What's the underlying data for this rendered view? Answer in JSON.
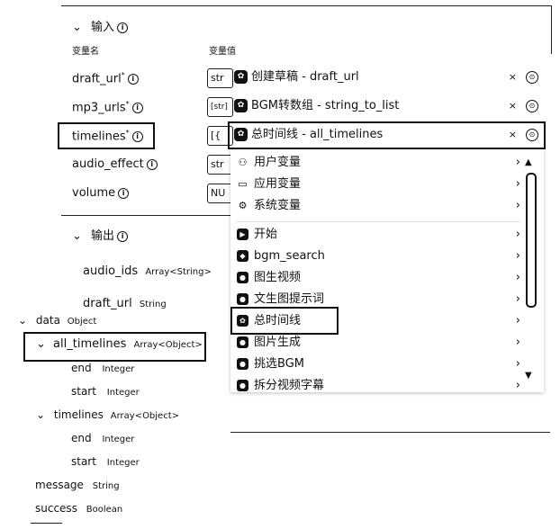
{
  "input_section": {
    "title": "输入",
    "col_name": "变量名",
    "col_value": "变量值",
    "rows": [
      {
        "name": "draft_url",
        "required": "*",
        "type_stub": "str",
        "ref": "创建草稿 - draft_url"
      },
      {
        "name": "mp3_urls",
        "required": "*",
        "type_stub": "[str]",
        "ref": "BGM转数组 - string_to_list"
      },
      {
        "name": "timelines",
        "required": "*",
        "type_stub": "[{",
        "ref": "总时间线 - all_timelines"
      },
      {
        "name": "audio_effect",
        "required": "",
        "type_stub": "str"
      },
      {
        "name": "volume",
        "required": "",
        "type_stub": "NU"
      }
    ],
    "clear_glyph": "×"
  },
  "output_section": {
    "title": "输出",
    "rows": [
      {
        "name": "audio_ids",
        "type": "Array<String>"
      },
      {
        "name": "draft_url",
        "type": "String"
      }
    ]
  },
  "tree": {
    "data": {
      "name": "data",
      "type": "Object"
    },
    "all_timelines": {
      "name": "all_timelines",
      "type": "Array<Object>"
    },
    "all_end": {
      "name": "end",
      "type": "Integer"
    },
    "all_start": {
      "name": "start",
      "type": "Integer"
    },
    "timelines": {
      "name": "timelines",
      "type": "Array<Object>"
    },
    "tl_end": {
      "name": "end",
      "type": "Integer"
    },
    "tl_start": {
      "name": "start",
      "type": "Integer"
    },
    "message": {
      "name": "message",
      "type": "String"
    },
    "success": {
      "name": "success",
      "type": "Boolean"
    }
  },
  "menu": {
    "group1": [
      {
        "label": "用户变量",
        "icon": "user-icon"
      },
      {
        "label": "应用变量",
        "icon": "folder-icon"
      },
      {
        "label": "系统变量",
        "icon": "gear-icon"
      }
    ],
    "group2": [
      {
        "label": "开始",
        "icon": "start-node-icon"
      },
      {
        "label": "bgm_search",
        "icon": "plugin-icon"
      },
      {
        "label": "图生视频",
        "icon": "video-node-icon"
      },
      {
        "label": "文生图提示词",
        "icon": "prompt-node-icon"
      },
      {
        "label": "总时间线",
        "icon": "code-node-icon"
      },
      {
        "label": "图片生成",
        "icon": "image-node-icon"
      },
      {
        "label": "挑选BGM",
        "icon": "pick-node-icon"
      },
      {
        "label": "拆分视频字幕",
        "icon": "split-node-icon"
      }
    ]
  }
}
